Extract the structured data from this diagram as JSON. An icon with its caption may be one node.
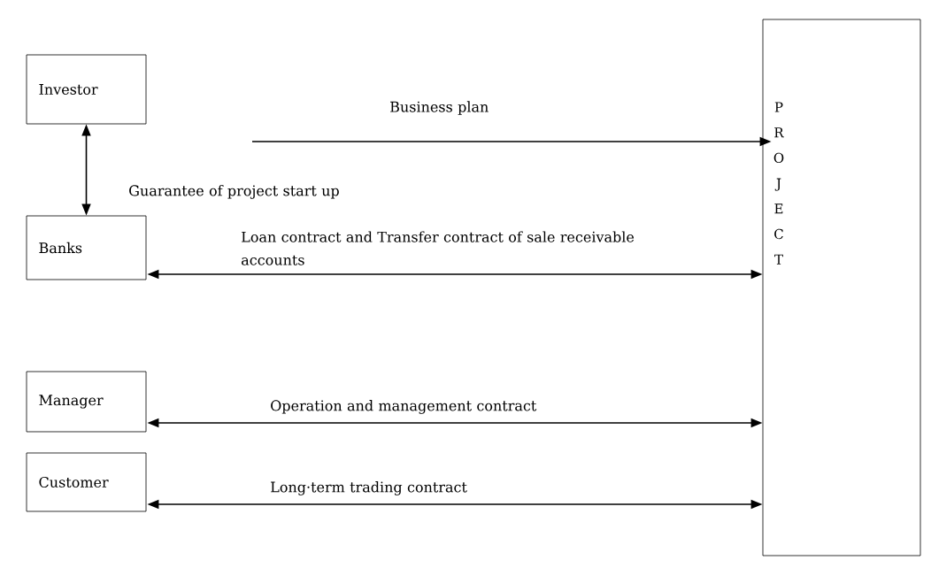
{
  "diagram": {
    "nodes": [
      {
        "text": [
          "Investor"
        ]
      },
      {
        "text": [
          "Banks"
        ]
      },
      {
        "text": [
          "Manager"
        ]
      },
      {
        "text": [
          "Customer"
        ]
      },
      {
        "text": [
          "P R O J E C T"
        ]
      }
    ],
    "edges": [
      {
        "from": 0,
        "to": 1,
        "arrow": "both",
        "label": "Guarantee of project start up"
      },
      {
        "from": null,
        "to": 4,
        "arrow": "to",
        "label": "Business plan"
      },
      {
        "from": 1,
        "to": 4,
        "arrow": "both",
        "label": "Loan contract and Transfer contract of sale receivable accounts"
      },
      {
        "from": 2,
        "to": 4,
        "arrow": "both",
        "label": "Operation and management contract"
      },
      {
        "from": 3,
        "to": 4,
        "arrow": "both",
        "label": "Long·term trading contract"
      }
    ]
  }
}
